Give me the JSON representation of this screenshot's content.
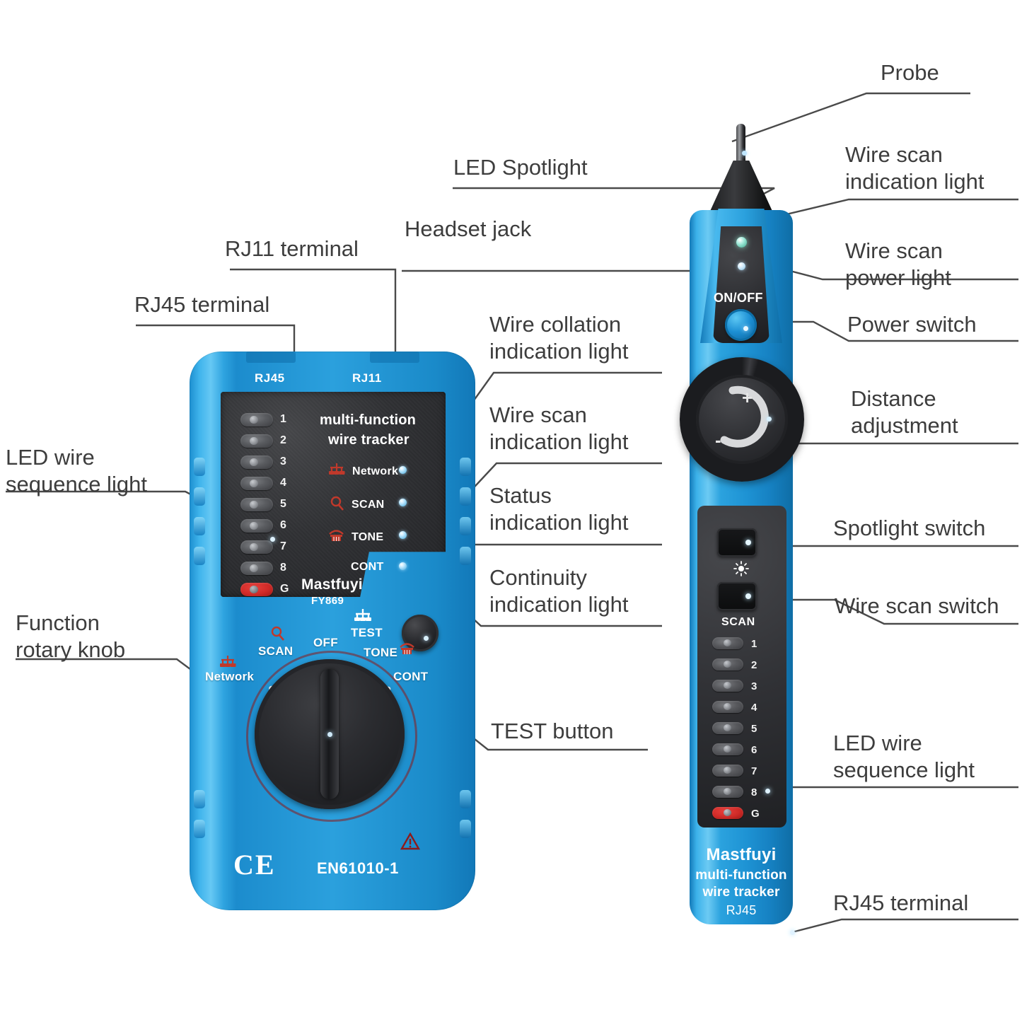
{
  "diagram": {
    "title": "Mastfuyi FY869 multi-function wire tracker — labeled parts diagram",
    "colors": {
      "body_blue": "#2ba0dd",
      "body_blue_light": "#6ccaf3",
      "body_blue_dark": "#0f6ea5",
      "panel_black": "#2b2c30",
      "led_red": "#cf2a27",
      "led_blue": "#bfe6ff",
      "icon_red": "#c0392b",
      "label_text": "#3d3d3d"
    }
  },
  "callouts": {
    "probe": "Probe",
    "wire_scan_indication_light_probe": "Wire scan\nindication light",
    "wire_scan_power_light": "Wire scan\npower light",
    "power_switch": "Power switch",
    "distance_adjustment": "Distance\nadjustment",
    "spotlight_switch": "Spotlight switch",
    "wire_scan_switch": "Wire scan switch",
    "led_wire_sequence_light_probe": "LED wire\nsequence light",
    "rj45_terminal_probe": "RJ45 terminal",
    "led_spotlight": "LED Spotlight",
    "headset_jack": "Headset jack",
    "rj11_terminal": "RJ11 terminal",
    "rj45_terminal_main": "RJ45 terminal",
    "led_wire_sequence_light_main": "LED wire\nsequence light",
    "function_rotary_knob": "Function\nrotary knob",
    "wire_collation_indication_light": "Wire collation\nindication light",
    "wire_scan_indication_light_main": "Wire scan\nindication light",
    "status_indication_light": "Status\nindication light",
    "continuity_indication_light": "Continuity\nindication light",
    "test_button": "TEST button"
  },
  "main_unit": {
    "port_labels": {
      "left": "RJ45",
      "right": "RJ11"
    },
    "face_title_line1": "multi-function",
    "face_title_line2": "wire tracker",
    "brand": "Mastfuyi",
    "model": "FY869",
    "led_sequence": [
      "1",
      "2",
      "3",
      "4",
      "5",
      "6",
      "7",
      "8",
      "G"
    ],
    "modes": [
      {
        "label": "Network",
        "icon": "network-icon"
      },
      {
        "label": "SCAN",
        "icon": "magnifier-icon"
      },
      {
        "label": "TONE",
        "icon": "telephone-icon"
      },
      {
        "label": "CONT",
        "icon": ""
      }
    ],
    "test_label": "TEST",
    "test_icon": "network-icon",
    "dial_positions": [
      "Network",
      "SCAN",
      "OFF",
      "TONE",
      "CONT"
    ],
    "dial_icons": {
      "Network": "network-icon",
      "SCAN": "magnifier-icon",
      "TONE": "telephone-icon"
    },
    "ce_mark": "CE",
    "standard": "EN61010-1",
    "warning_icon": "warning-triangle-icon"
  },
  "probe_unit": {
    "onoff_label": "ON/OFF",
    "dial_plus": "+",
    "dial_minus": "-",
    "spotlight_icon": "sun-icon",
    "scan_label": "SCAN",
    "led_sequence": [
      "1",
      "2",
      "3",
      "4",
      "5",
      "6",
      "7",
      "8",
      "G"
    ],
    "brand": "Mastfuyi",
    "line2": "multi-function",
    "line3": "wire tracker",
    "line4": "RJ45"
  }
}
